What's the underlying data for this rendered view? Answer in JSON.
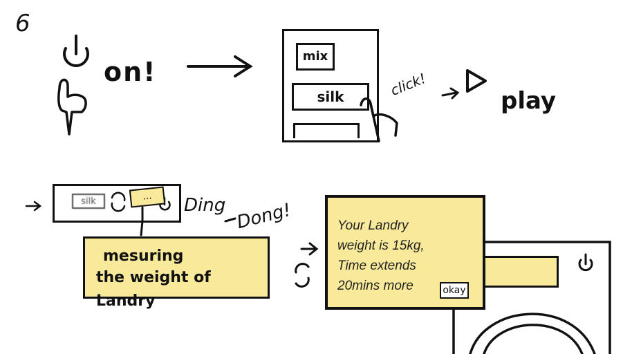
{
  "step_number": "6",
  "top_row": {
    "on_label": "on!",
    "menu_items": [
      "mix",
      "silk"
    ],
    "click_label": "click!",
    "play_label": "play"
  },
  "bottom_row": {
    "mini_panel_item": "silk",
    "mini_panel_dots": "...",
    "sound_label_1": "Ding",
    "sound_label_2": "Dong!",
    "measuring_note": [
      "mesuring",
      "the weight of Landry"
    ],
    "popup": {
      "lines": [
        "Your Landry",
        "weight is 15kg,",
        "Time extends",
        "20mins more"
      ],
      "ok_label": "okay"
    }
  },
  "colors": {
    "note_yellow": "#f8ea9a",
    "ink": "#111111"
  }
}
